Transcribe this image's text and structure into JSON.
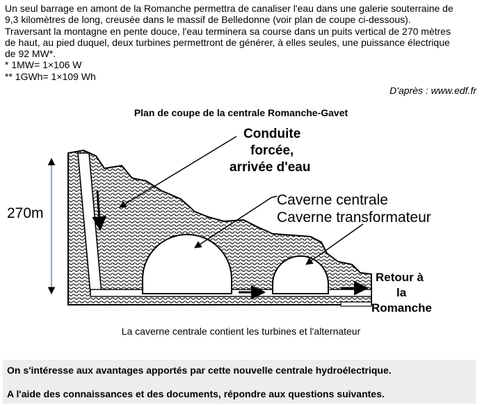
{
  "intro": {
    "line1": "Un seul barrage en amont de la Romanche permettra de canaliser l'eau dans une galerie souterraine de",
    "line2": "9,3 kilomètres de long, creusée dans le massif de Belledonne (voir plan de coupe ci-dessous).",
    "line3": "Traversant la montagne en pente douce, l'eau terminera sa course dans un puits vertical de 270 mètres",
    "line4": "de haut, au pied duquel, deux turbines permettront de générer, à elles seules, une puissance électrique",
    "line5": "de 92 MW*.",
    "note1": "* 1MW= 1×106 W",
    "note2": "** 1GWh= 1×109 Wh"
  },
  "source": "D'après : www.edf.fr",
  "figure": {
    "title": "Plan de coupe de la centrale Romanche-Gavet",
    "height_label": "270m",
    "conduite_1": "Conduite",
    "conduite_2": "forcée,",
    "conduite_3": "arrivée d'eau",
    "caverne_centrale": "Caverne centrale",
    "caverne_transfo": "Caverne transformateur",
    "retour_1": "Retour à",
    "retour_2": "la",
    "retour_3": "Romanche",
    "caption": "La caverne centrale contient les turbines et l'alternateur"
  },
  "task": {
    "line1": "On s'intéresse aux avantages apportés par cette nouvelle centrale hydroélectrique.",
    "line2": "A l'aide des connaissances et des documents, répondre aux questions suivantes."
  }
}
